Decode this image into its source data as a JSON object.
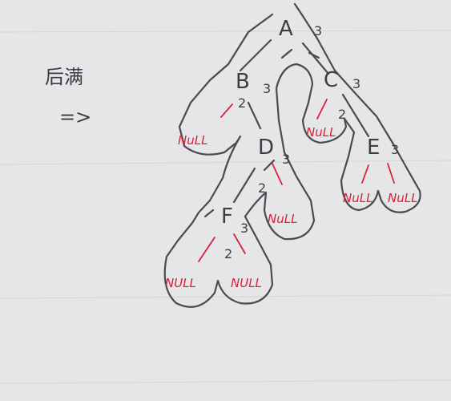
{
  "note": {
    "label": "后满",
    "arrow": "=>"
  },
  "tree": {
    "nodes": [
      {
        "id": "A",
        "label": "A",
        "visit": "3"
      },
      {
        "id": "B",
        "label": "B",
        "visit": "3"
      },
      {
        "id": "C",
        "label": "C",
        "visit": "3"
      },
      {
        "id": "D",
        "label": "D",
        "visit": "3"
      },
      {
        "id": "E",
        "label": "E",
        "visit": "3"
      },
      {
        "id": "F",
        "label": "F",
        "visit": "3"
      }
    ],
    "null_label": "NULL",
    "null_alt_label": "NuLL",
    "visit_two": "2"
  },
  "colors": {
    "paper": "#e6e6e8",
    "pencil": "#4a4a4f",
    "red_ink": "#d8223a"
  }
}
